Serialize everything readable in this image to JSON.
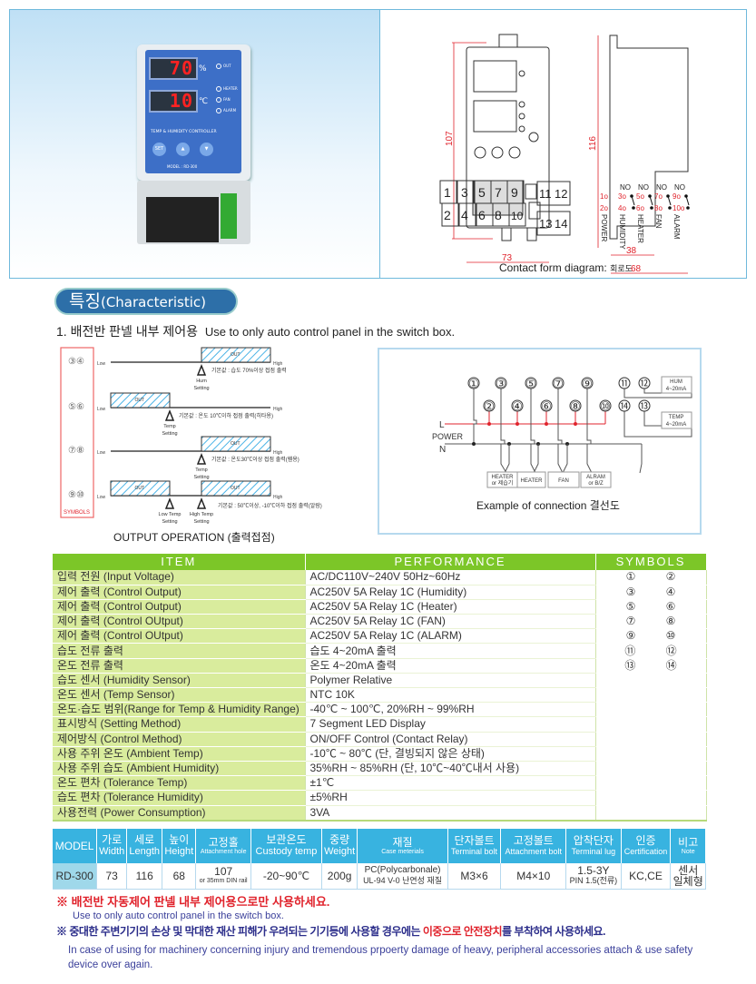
{
  "photo": {
    "display_top": "70",
    "display_bottom": "10",
    "unit_top": "%",
    "unit_bottom": "℃",
    "indicators": [
      "OUT",
      "HEATER",
      "FAN",
      "ALARM"
    ],
    "title": "TEMP & HUMIDITY CONTROLLER",
    "buttons": [
      "SET",
      "▲",
      "▼"
    ],
    "model": "MODEL : RD-300"
  },
  "dimensions": {
    "front_height": "107",
    "side_height": "116",
    "width": "73",
    "depth_inner": "38",
    "depth": "68"
  },
  "contact": {
    "top_terminals": [
      "1",
      "3",
      "5",
      "7",
      "9"
    ],
    "bottom_terminals": [
      "2",
      "4",
      "6",
      "8",
      "10"
    ],
    "aux_top": [
      "11",
      "12"
    ],
    "aux_bottom": [
      "13",
      "14"
    ],
    "relay_no": "NO",
    "relay_top": [
      "1o",
      "3o",
      "5o",
      "7o",
      "9o"
    ],
    "relay_bottom": [
      "2o",
      "4o",
      "6o",
      "8o",
      "10o"
    ],
    "relay_labels": [
      "POWER",
      "HUMIDITY",
      "HEATER",
      "FAN",
      "ALARM"
    ],
    "caption": "Contact form diagram:",
    "caption_kr": "회로도"
  },
  "characteristic": {
    "title_kr": "특징",
    "title_en": "(Characteristic)",
    "point1_kr": "1. 배전반 판넬 내부 제어용",
    "point1_en": "Use to only auto control panel in the switch box."
  },
  "output_operation": {
    "symbols_label": "SYMBOLS",
    "low": "Low",
    "high": "High",
    "out": "OUT",
    "caption": "OUTPUT OPERATION (출력접점)",
    "rows": [
      {
        "symbol": "③④",
        "mode": "high",
        "note": "기본값 : 습도 70%이상 접점 출력",
        "settings": [
          [
            "Hum",
            "Setting"
          ]
        ]
      },
      {
        "symbol": "⑤⑥",
        "mode": "low",
        "note": "기본값 : 온도 10℃이하 접점 출력(히타용)",
        "settings": [
          [
            "Temp",
            "Setting"
          ]
        ]
      },
      {
        "symbol": "⑦⑧",
        "mode": "high",
        "note": "기본값 : 온도30℃이상 접점 출력(휀용)",
        "settings": [
          [
            "Temp",
            "Setting"
          ]
        ]
      },
      {
        "symbol": "⑨⑩",
        "mode": "both",
        "note": "기본값 : 50℃이상, -10℃이하 접점 출력(알람)",
        "settings": [
          [
            "Low Temp",
            "Setting"
          ],
          [
            "High Temp",
            "Setting"
          ]
        ]
      }
    ]
  },
  "connection": {
    "top_numbers": [
      "①",
      "③",
      "⑤",
      "⑦",
      "⑨"
    ],
    "bottom_numbers": [
      "②",
      "④",
      "⑥",
      "⑧",
      "⑩"
    ],
    "analog_top": [
      "⑪",
      "⑫"
    ],
    "analog_bottom": [
      "⑭",
      "⑬"
    ],
    "L": "L",
    "power": "POWER",
    "N": "N",
    "loads": [
      [
        "HEATER",
        "or 제습기"
      ],
      [
        "HEATER",
        ""
      ],
      [
        "FAN",
        ""
      ],
      [
        "ALRAM",
        "or B/Z"
      ]
    ],
    "hum_box": [
      "HUM",
      "4~20mA"
    ],
    "temp_box": [
      "TEMP",
      "4~20mA"
    ],
    "caption": "Example of connection 결선도",
    "line_color": "#e0232c"
  },
  "spec_table": {
    "headers": [
      "ITEM",
      "PERFORMANCE",
      "SYMBOLS"
    ],
    "rows": [
      [
        "입력 전원 (Input Voltage)",
        "AC/DC110V~240V  50Hz~60Hz",
        "① ②"
      ],
      [
        "제어 출력 (Control Output)",
        "AC250V 5A Relay 1C (Humidity)",
        "③ ④"
      ],
      [
        "제어 출력 (Control Output)",
        "AC250V 5A Relay 1C (Heater)",
        "⑤ ⑥"
      ],
      [
        "제어 출력 (Control OUtput)",
        "AC250V 5A Relay 1C (FAN)",
        "⑦ ⑧"
      ],
      [
        "제어 출력 (Control OUtput)",
        "AC250V 5A Relay 1C (ALARM)",
        "⑨ ⑩"
      ],
      [
        "습도 전류 출력",
        "습도 4~20mA 출력",
        "⑪ ⑫"
      ],
      [
        "온도 전류 출력",
        "온도 4~20mA 출력",
        "⑬ ⑭"
      ],
      [
        "습도 센서 (Humidity Sensor)",
        "Polymer Relative",
        ""
      ],
      [
        "온도 센서 (Temp Sensor)",
        "NTC 10K",
        ""
      ],
      [
        "온도·습도 범위(Range for Temp & Humidity Range)",
        "-40℃ ~ 100℃, 20%RH ~ 99%RH",
        ""
      ],
      [
        "표시방식 (Setting Method)",
        "7 Segment LED Display",
        ""
      ],
      [
        "제어방식 (Control Method)",
        "ON/OFF Control (Contact Relay)",
        ""
      ],
      [
        "사용 주위 온도 (Ambient Temp)",
        "-10℃ ~ 80℃ (단, 결빙되지 않은 상태)",
        ""
      ],
      [
        "사용 주위 습도 (Ambient Humidity)",
        "35%RH ~ 85%RH (단, 10℃~40℃내서 사용)",
        ""
      ],
      [
        "온도 편차 (Tolerance Temp)",
        "±1℃",
        ""
      ],
      [
        "습도 편차 (Tolerance Humidity)",
        "±5%RH",
        ""
      ],
      [
        "사용전력 (Power Consumption)",
        "3VA",
        ""
      ]
    ]
  },
  "model_table": {
    "headers": [
      [
        "MODEL",
        ""
      ],
      [
        "가로",
        "Width"
      ],
      [
        "세로",
        "Length"
      ],
      [
        "높이",
        "Height"
      ],
      [
        "고정홀",
        "Attachment hole"
      ],
      [
        "보관온도",
        "Custody temp"
      ],
      [
        "중량",
        "Weight"
      ],
      [
        "재질",
        "Case meterials"
      ],
      [
        "단자볼트",
        "Terminal bolt"
      ],
      [
        "고정볼트",
        "Attachment bolt"
      ],
      [
        "압착단자",
        "Terminal lug"
      ],
      [
        "인증",
        "Certification"
      ],
      [
        "비고",
        "Note"
      ]
    ],
    "row": [
      [
        "RD-300",
        ""
      ],
      [
        "73",
        ""
      ],
      [
        "116",
        ""
      ],
      [
        "68",
        ""
      ],
      [
        "107",
        "or 35mm DIN rail"
      ],
      [
        "-20~90℃",
        ""
      ],
      [
        "200g",
        ""
      ],
      [
        "PC(Polycarbonale)",
        "UL-94 V-0 난연성 재질"
      ],
      [
        "M3×6",
        ""
      ],
      [
        "M4×10",
        ""
      ],
      [
        "1.5-3Y",
        "PIN 1.5(전류)"
      ],
      [
        "KC,CE",
        ""
      ],
      [
        "센서",
        "일체형"
      ]
    ]
  },
  "notes": {
    "note1_kr": "※  배전반 자동제어 판넬 내부 제어용으로만 사용하세요.",
    "note1_en": "Use to only auto control panel in the switch box.",
    "note2_kr_a": "※ 중대한 주변기기의 손상 및 막대한 재산 피해가 우려되는 기기등에 사용할 경우에는 ",
    "note2_kr_red1": "이중으로 안전장치",
    "note2_kr_b": "를 부착하여 사용하세요.",
    "note2_en": "In case of using for machinery concerning injury and tremendous prpoerty damage of heavy, peripheral accessories attach & use safety device over again."
  }
}
